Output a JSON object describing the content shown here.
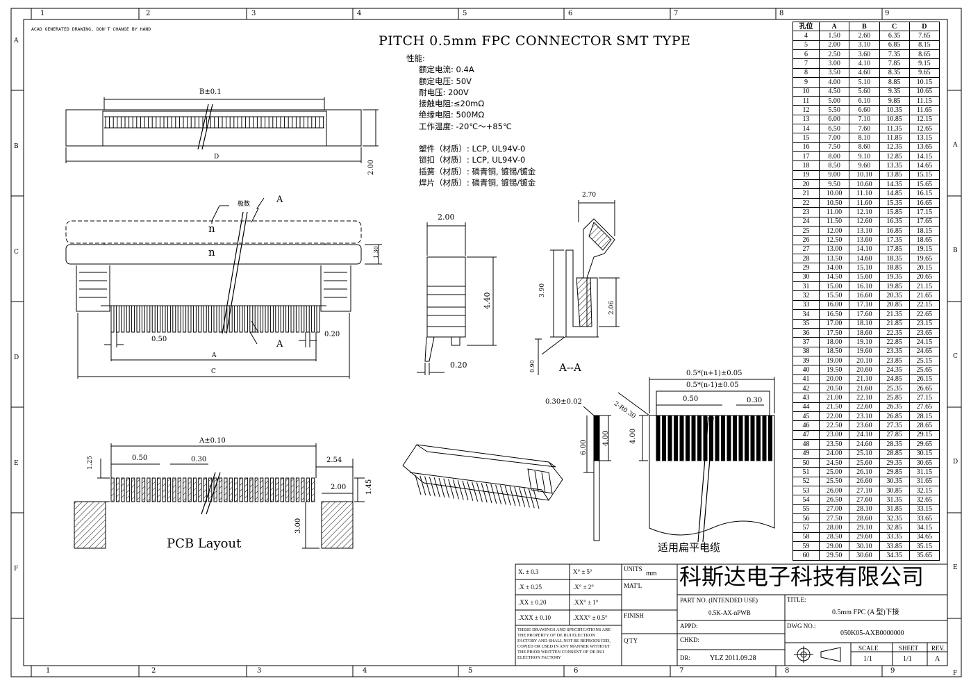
{
  "notes": {
    "acad": "ACAD GENERATED DRAWING, DON'T CHANGE BY HAND"
  },
  "title": "PITCH 0.5mm FPC CONNECTOR SMT TYPE",
  "specs": {
    "heading": "性能:",
    "lines": [
      "额定电流: 0.4A",
      "额定电压: 50V",
      "耐电压: 200V",
      "接触电阻:≤20mΩ",
      "绝缘电阻: 500MΩ",
      "工作温度: -20℃～+85℃"
    ],
    "materials": [
      "塑件（材质）: LCP, UL94V-0",
      "锁扣（材质）: LCP, UL94V-0",
      "插簧（材质）: 磷青铜, 镀锡/镀金",
      "焊片（材质）: 磷青铜, 镀锡/镀金"
    ]
  },
  "grid": {
    "cols": [
      "1",
      "2",
      "3",
      "4",
      "5",
      "6",
      "7",
      "8",
      "9"
    ],
    "rows": [
      "A",
      "B",
      "C",
      "D",
      "E",
      "F"
    ]
  },
  "dims": {
    "b_pm": "B±0.1",
    "d": "D",
    "h200": "2.00",
    "pole_label": "极数",
    "a_mark": "A",
    "n": "n",
    "h130": "1.30",
    "p050": "0.50",
    "p020": "0.20",
    "dim_a": "A",
    "dim_c": "C",
    "side_w": "2.00",
    "side_h": "4.40",
    "side_pin": "0.20",
    "sec_w": "2.70",
    "sec_h": "3.90",
    "sec_h2": "2.06",
    "sec_base": "0.90",
    "section": "A--A",
    "pcb_a": "A±0.10",
    "pcb_125": "1.25",
    "pcb_050": "0.50",
    "pcb_030": "0.30",
    "pcb_254": "2.54",
    "pcb_200": "2.00",
    "pcb_145": "1.45",
    "pcb_300": "3.00",
    "pcb_title": "PCB Layout",
    "fpc_t": "0.30±0.02",
    "fpc_600": "6.00",
    "fpc_400": "4.00",
    "fpc_400b": "4.00",
    "fpc_n1": "0.5*(n+1)±0.05",
    "fpc_n0": "0.5*(n-1)±0.05",
    "fpc_r": "2-R0.30",
    "fpc_050": "0.50",
    "fpc_030": "0.30",
    "fpc_title": "适用扁平电缆"
  },
  "table": {
    "headers": [
      "孔位",
      "A",
      "B",
      "C",
      "D"
    ],
    "rows": [
      [
        "4",
        "1.50",
        "2.60",
        "6.35",
        "7.65"
      ],
      [
        "5",
        "2.00",
        "3.10",
        "6.85",
        "8.15"
      ],
      [
        "6",
        "2.50",
        "3.60",
        "7.35",
        "8.65"
      ],
      [
        "7",
        "3.00",
        "4.10",
        "7.85",
        "9.15"
      ],
      [
        "8",
        "3.50",
        "4.60",
        "8.35",
        "9.65"
      ],
      [
        "9",
        "4.00",
        "5.10",
        "8.85",
        "10.15"
      ],
      [
        "10",
        "4.50",
        "5.60",
        "9.35",
        "10.65"
      ],
      [
        "11",
        "5.00",
        "6.10",
        "9.85",
        "11.15"
      ],
      [
        "12",
        "5.50",
        "6.60",
        "10.35",
        "11.65"
      ],
      [
        "13",
        "6.00",
        "7.10",
        "10.85",
        "12.15"
      ],
      [
        "14",
        "6.50",
        "7.60",
        "11.35",
        "12.65"
      ],
      [
        "15",
        "7.00",
        "8.10",
        "11.85",
        "13.15"
      ],
      [
        "16",
        "7.50",
        "8.60",
        "12.35",
        "13.65"
      ],
      [
        "17",
        "8.00",
        "9.10",
        "12.85",
        "14.15"
      ],
      [
        "18",
        "8.50",
        "9.60",
        "13.35",
        "14.65"
      ],
      [
        "19",
        "9.00",
        "10.10",
        "13.85",
        "15.15"
      ],
      [
        "20",
        "9.50",
        "10.60",
        "14.35",
        "15.65"
      ],
      [
        "21",
        "10.00",
        "11.10",
        "14.85",
        "16.15"
      ],
      [
        "22",
        "10.50",
        "11.60",
        "15.35",
        "16.65"
      ],
      [
        "23",
        "11.00",
        "12.10",
        "15.85",
        "17.15"
      ],
      [
        "24",
        "11.50",
        "12.60",
        "16.35",
        "17.65"
      ],
      [
        "25",
        "12.00",
        "13.10",
        "16.85",
        "18.15"
      ],
      [
        "26",
        "12.50",
        "13.60",
        "17.35",
        "18.65"
      ],
      [
        "27",
        "13.00",
        "14.10",
        "17.85",
        "19.15"
      ],
      [
        "28",
        "13.50",
        "14.60",
        "18.35",
        "19.65"
      ],
      [
        "29",
        "14.00",
        "15.10",
        "18.85",
        "20.15"
      ],
      [
        "30",
        "14.50",
        "15.60",
        "19.35",
        "20.65"
      ],
      [
        "31",
        "15.00",
        "16.10",
        "19.85",
        "21.15"
      ],
      [
        "32",
        "15.50",
        "16.60",
        "20.35",
        "21.65"
      ],
      [
        "33",
        "16.00",
        "17.10",
        "20.85",
        "22.15"
      ],
      [
        "34",
        "16.50",
        "17.60",
        "21.35",
        "22.65"
      ],
      [
        "35",
        "17.00",
        "18.10",
        "21.85",
        "23.15"
      ],
      [
        "36",
        "17.50",
        "18.60",
        "22.35",
        "23.65"
      ],
      [
        "37",
        "18.00",
        "19.10",
        "22.85",
        "24.15"
      ],
      [
        "38",
        "18.50",
        "19.60",
        "23.35",
        "24.65"
      ],
      [
        "39",
        "19.00",
        "20.10",
        "23.85",
        "25.15"
      ],
      [
        "40",
        "19.50",
        "20.60",
        "24.35",
        "25.65"
      ],
      [
        "41",
        "20.00",
        "21.10",
        "24.85",
        "26.15"
      ],
      [
        "42",
        "20.50",
        "21.60",
        "25.35",
        "26.65"
      ],
      [
        "43",
        "21.00",
        "22.10",
        "25.85",
        "27.15"
      ],
      [
        "44",
        "21.50",
        "22.60",
        "26.35",
        "27.65"
      ],
      [
        "45",
        "22.00",
        "23.10",
        "26.85",
        "28.15"
      ],
      [
        "46",
        "22.50",
        "23.60",
        "27.35",
        "28.65"
      ],
      [
        "47",
        "23.00",
        "24.10",
        "27.85",
        "29.15"
      ],
      [
        "48",
        "23.50",
        "24.60",
        "28.35",
        "29.65"
      ],
      [
        "49",
        "24.00",
        "25.10",
        "28.85",
        "30.15"
      ],
      [
        "50",
        "24.50",
        "25.60",
        "29.35",
        "30.65"
      ],
      [
        "51",
        "25.00",
        "26.10",
        "29.85",
        "31.15"
      ],
      [
        "52",
        "25.50",
        "26.60",
        "30.35",
        "31.65"
      ],
      [
        "53",
        "26.00",
        "27.10",
        "30.85",
        "32.15"
      ],
      [
        "54",
        "26.50",
        "27.60",
        "31.35",
        "32.65"
      ],
      [
        "55",
        "27.00",
        "28.10",
        "31.85",
        "33.15"
      ],
      [
        "56",
        "27.50",
        "28.60",
        "32.35",
        "33.65"
      ],
      [
        "57",
        "28.00",
        "29.10",
        "32.85",
        "34.15"
      ],
      [
        "58",
        "28.50",
        "29.60",
        "33.35",
        "34.65"
      ],
      [
        "59",
        "29.00",
        "30.10",
        "33.85",
        "35.15"
      ],
      [
        "60",
        "29.50",
        "30.60",
        "34.35",
        "35.65"
      ]
    ]
  },
  "titleblock": {
    "tol": [
      "X. ± 0.3",
      "X° ± 5°",
      ".X ± 0.25",
      ".X° ± 2°",
      ".XX ± 0.20",
      ".XX° ± 1°",
      ".XXX ± 0.10",
      ".XXX° ± 0.5°"
    ],
    "units_label": "UNITS",
    "units_val": "mm",
    "matl": "MAT'L",
    "finish": "FINISH",
    "qty": "Q'TY",
    "notice": [
      "THESE DRAWINGS AND SPECIFICATIONS ARE",
      "THE PROPERTY OF DE RUI ELECTRON",
      "FACTORY AND SHALL NOT BE REPRODUCED,",
      "COPIED OR USED IN ANY MANNER WITHOUT",
      "THE PRIOR WRITTEN CONSENT OF DE RUI",
      "ELECTRON FACTORY"
    ],
    "company": "科斯达电子科技有限公司",
    "part_label": "PART NO. (INTENDED USE)",
    "part_val": "0.5K-AX-nPWB",
    "title_label": "TITLE:",
    "title_val": "0.5mm FPC (A 型)下接",
    "appd": "APPD:",
    "chkd": "CHKD:",
    "dr": "DR:",
    "dr_val": "YLZ 2011.09.28",
    "dwg_label": "DWG NO.:",
    "dwg_val": "050K05-AXB0000000",
    "scale_label": "SCALE",
    "scale_val": "1/1",
    "sheet_label": "SHEET",
    "sheet_val": "1/1",
    "rev_label": "REV.",
    "rev_val": "A"
  }
}
